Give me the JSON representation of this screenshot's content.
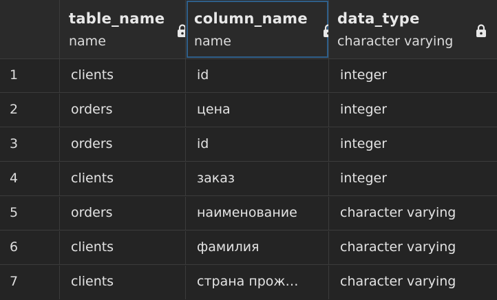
{
  "columns": [
    {
      "title": "table_name",
      "type": "name",
      "locked": true
    },
    {
      "title": "column_name",
      "type": "name",
      "locked": true,
      "selected": true
    },
    {
      "title": "data_type",
      "type": "character varying",
      "locked": true
    }
  ],
  "rows": [
    {
      "index": "1",
      "table_name": "clients",
      "column_name": "id",
      "data_type": "integer"
    },
    {
      "index": "2",
      "table_name": "orders",
      "column_name": "цена",
      "data_type": "integer"
    },
    {
      "index": "3",
      "table_name": "orders",
      "column_name": "id",
      "data_type": "integer"
    },
    {
      "index": "4",
      "table_name": "clients",
      "column_name": "заказ",
      "data_type": "integer"
    },
    {
      "index": "5",
      "table_name": "orders",
      "column_name": "наименование",
      "data_type": "character varying"
    },
    {
      "index": "6",
      "table_name": "clients",
      "column_name": "фамилия",
      "data_type": "character varying"
    },
    {
      "index": "7",
      "table_name": "clients",
      "column_name": "страна прож…",
      "data_type": "character varying"
    }
  ],
  "icons": {
    "lock": "lock-icon"
  },
  "colors": {
    "background": "#242424",
    "grid_line": "#3c3c3c",
    "selection": "#2f5f8a",
    "text": "#e6e6e6"
  }
}
